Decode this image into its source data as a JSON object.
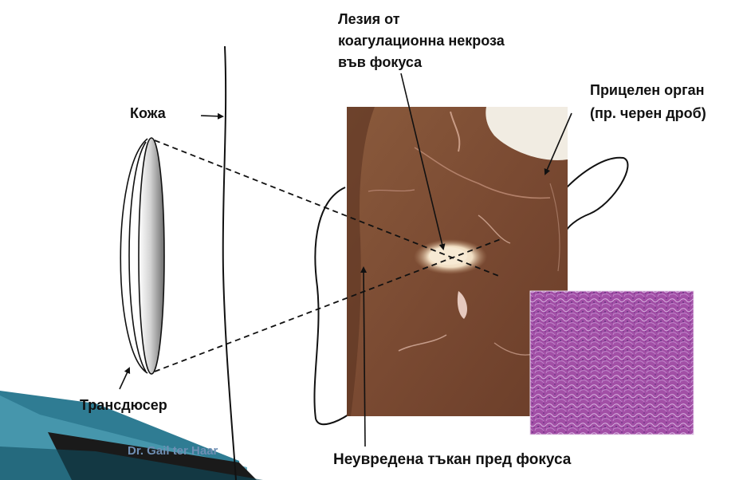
{
  "labels": {
    "lesion_line1": "Лезия от",
    "lesion_line2": "коагулационна некроза",
    "lesion_line3": "във фокуса",
    "skin": "Кожа",
    "target_line1": "Прицелен орган",
    "target_line2": "(пр. черен дроб)",
    "transducer": "Трансдюсер",
    "undamaged_tissue": "Неувредена тъкан пред фокуса",
    "credit": "Dr. Gail ter Haar"
  },
  "colors": {
    "tissue_dark": "#7a4a33",
    "tissue_mid": "#8e5a3d",
    "histology": "#a24fa6",
    "lesion": "#f3e4cc",
    "decor_dark": "#1a1a1a",
    "decor_teal": "#2f7c93"
  },
  "icons": {
    "transducer": "lens-transducer-icon",
    "arrow": "pointer-arrow-icon"
  }
}
